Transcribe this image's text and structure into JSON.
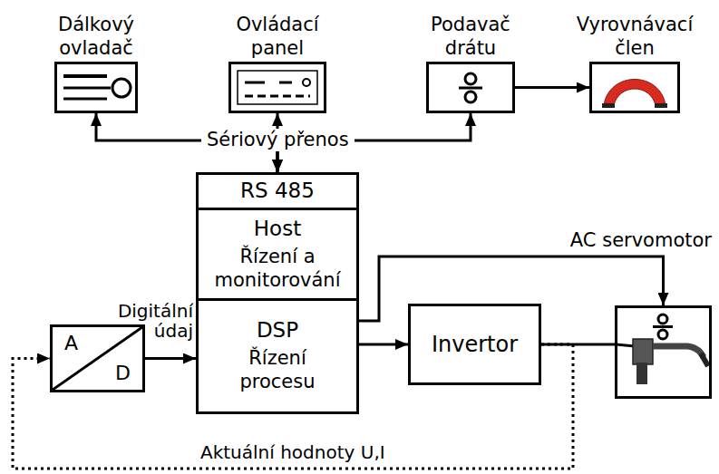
{
  "diagram": {
    "nodes": [
      {
        "text": [
          "Dálkový ovladač"
        ]
      },
      {
        "text": [
          "Ovládací panel"
        ]
      },
      {
        "text": [
          "Podavač drátu"
        ]
      },
      {
        "text": [
          "Vyrovnávací člen"
        ]
      },
      {
        "text": [
          "RS 485"
        ]
      },
      {
        "text": [
          "Host",
          "Řízení a monitorování"
        ]
      },
      {
        "text": [
          "DSP",
          "Řízení procesu"
        ]
      },
      {
        "text": [
          "A",
          "D"
        ]
      },
      {
        "text": [
          "Invertor"
        ]
      },
      {
        "text": [
          "AC servomotor"
        ]
      }
    ],
    "edges": [
      {
        "from": 4,
        "to": 0,
        "arrow": "both"
      },
      {
        "from": 4,
        "to": 1,
        "arrow": "both"
      },
      {
        "from": 4,
        "to": 2,
        "arrow": "both"
      },
      {
        "from": 2,
        "to": 3,
        "arrow": "to"
      },
      {
        "from": 7,
        "to": 6,
        "label": "Digitální údaj",
        "arrow": "to"
      },
      {
        "from": 6,
        "to": 8,
        "arrow": "to"
      },
      {
        "from": 6,
        "to": 9,
        "arrow": "to"
      },
      {
        "from": 8,
        "to": 9,
        "arrow": "none"
      },
      {
        "from": 8,
        "to": 7,
        "label": "Aktuální hodnoty U,I",
        "arrow": "to"
      }
    ],
    "labels": [
      "Sériový přenos"
    ]
  }
}
